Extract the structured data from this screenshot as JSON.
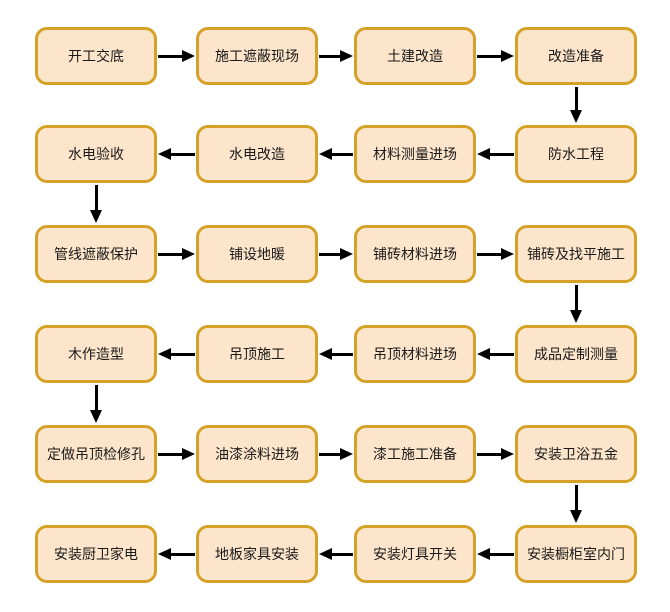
{
  "colors": {
    "background": "#FFFFFF",
    "node-fill": "#FCE5CB",
    "node-border": "#D5A129",
    "arrow": "#000000",
    "text": "#1A1A1A"
  },
  "flow": {
    "rows": [
      {
        "direction": "left-to-right",
        "nodes": [
          "开工交底",
          "施工遮蔽现场",
          "土建改造",
          "改造准备"
        ]
      },
      {
        "direction": "right-to-left",
        "nodes": [
          "水电验收",
          "水电改造",
          "材料测量进场",
          "防水工程"
        ]
      },
      {
        "direction": "left-to-right",
        "nodes": [
          "管线遮蔽保护",
          "铺设地暖",
          "铺砖材料进场",
          "铺砖及找平施工"
        ]
      },
      {
        "direction": "right-to-left",
        "nodes": [
          "木作造型",
          "吊顶施工",
          "吊顶材料进场",
          "成品定制测量"
        ]
      },
      {
        "direction": "left-to-right",
        "nodes": [
          "定做吊顶检修孔",
          "油漆涂料进场",
          "漆工施工准备",
          "安装卫浴五金"
        ]
      },
      {
        "direction": "right-to-left",
        "nodes": [
          "安装厨卫家电",
          "地板家具安装",
          "安装灯具开关",
          "安装橱柜室内门"
        ]
      }
    ],
    "process_sequence": [
      "开工交底",
      "施工遮蔽现场",
      "土建改造",
      "改造准备",
      "防水工程",
      "材料测量进场",
      "水电改造",
      "水电验收",
      "管线遮蔽保护",
      "铺设地暖",
      "铺砖材料进场",
      "铺砖及找平施工",
      "成品定制测量",
      "吊顶材料进场",
      "吊顶施工",
      "木作造型",
      "定做吊顶检修孔",
      "油漆涂料进场",
      "漆工施工准备",
      "安装卫浴五金",
      "安装橱柜室内门",
      "安装灯具开关",
      "地板家具安装",
      "安装厨卫家电"
    ]
  }
}
